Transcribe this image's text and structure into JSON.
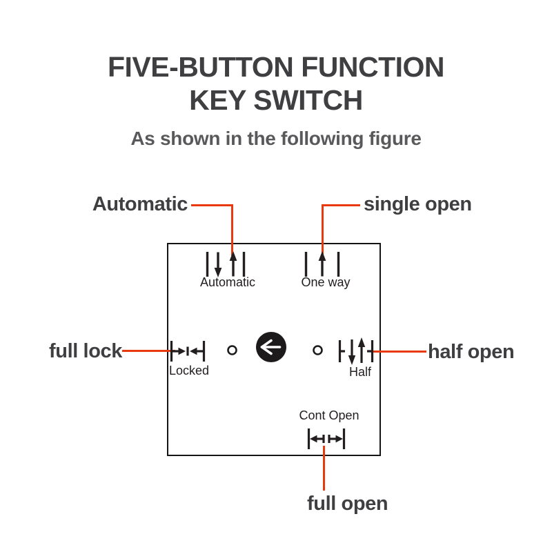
{
  "header": {
    "title_line1": "FIVE-BUTTON FUNCTION",
    "title_line2": "KEY SWITCH",
    "subtitle": "As shown in the following figure"
  },
  "colors": {
    "callout_red": "#e8380d",
    "title_gray": "#3f3f42",
    "icon_black": "#221e1f",
    "background": "#ffffff"
  },
  "switch_panel": {
    "center_button": {
      "icon": "left-arrow-round-button-icon"
    },
    "screw_hole_icon": "screw-hole-icon",
    "buttons": [
      {
        "panel_label": "Automatic",
        "callout_label": "Automatic",
        "icon": "up-down-arrows-icon"
      },
      {
        "panel_label": "One way",
        "callout_label": "single open",
        "icon": "single-up-arrow-icon"
      },
      {
        "panel_label": "Locked",
        "callout_label": "full lock",
        "icon": "arrows-closing-icon"
      },
      {
        "panel_label": "Half",
        "callout_label": "half open",
        "icon": "half-up-down-arrows-icon"
      },
      {
        "panel_label": "Cont Open",
        "callout_label": "full open",
        "icon": "arrows-opening-icon"
      }
    ]
  }
}
